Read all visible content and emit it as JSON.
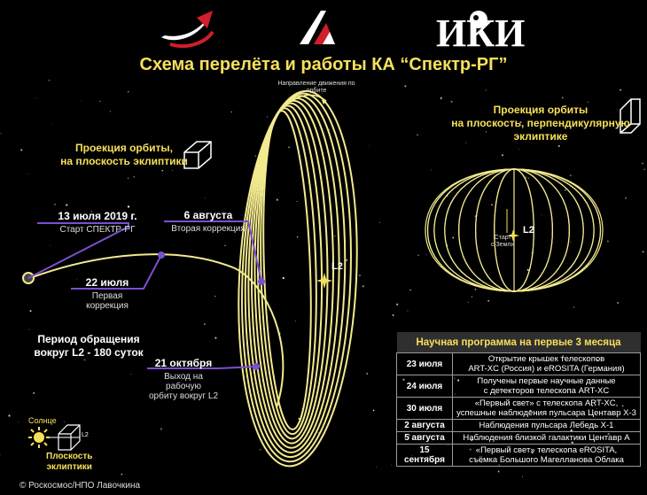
{
  "header": {
    "logos": [
      "roscosmos-logo",
      "lavochkin-logo",
      "iki-logo"
    ],
    "iki_text": "ИКИ",
    "title": "Схема перелёта и работы КА “Спектр-РГ”"
  },
  "labels": {
    "direction": "Направление движения по орбите",
    "proj_right_1": "Проекция орбиты",
    "proj_right_2": "на плоскость, перпендикулярную эклиптике",
    "proj_left_1": "Проекция орбиты,",
    "proj_left_2": "на плоскость эклиптики",
    "l2": "L2",
    "start_earth_1": "Старт",
    "start_earth_2": "с Земли",
    "period_1": "Период обращения",
    "period_2": "вокруг L2 - 180 суток",
    "sun": "Солнце",
    "l2_small": "L2",
    "ecliptic_1": "Плоскость",
    "ecliptic_2": "эклиптики",
    "copyright": "© Роскосмос/НПО Лавочкина"
  },
  "events": [
    {
      "date": "13 июля 2019 г.",
      "text": "Старт СПЕКТР-РГ"
    },
    {
      "date": "22 июля",
      "text": "Первая коррекция"
    },
    {
      "date": "6 августа",
      "text": "Вторая коррекция"
    },
    {
      "date": "21 октября",
      "text1": "Выход на рабочую",
      "text2": "орбиту вокруг L2"
    }
  ],
  "schedule": {
    "title": "Научная программа на первые 3 месяца",
    "rows": [
      {
        "date": "23 июля",
        "l1": "Открытие крышек телескопов",
        "l2": "ART-XC (Россия) и eROSITA (Германия)"
      },
      {
        "date": "24 июля",
        "l1": "Получены первые научные данные",
        "l2": "с детекторов телескопа ART-XC"
      },
      {
        "date": "30 июля",
        "l1": "«Первый свет» с телескопа ART-XC,",
        "l2": "успешные наблюдения пульсара Центавр Х-3"
      },
      {
        "date": "2 августа",
        "l1": "Наблюдения пульсара Лебедь Х-1",
        "l2": ""
      },
      {
        "date": "5 августа",
        "l1": "Наблюдения близкой галактики Центавр А",
        "l2": ""
      },
      {
        "date": "15 сентября",
        "l1": "«Первый свет» телескопа eROSITA,",
        "l2": "съёмка  Большого Магелланова Облака"
      }
    ]
  },
  "colors": {
    "accent": "#f6e05a",
    "orbit": "#f3ea8f",
    "marker": "#7b4fd0"
  }
}
